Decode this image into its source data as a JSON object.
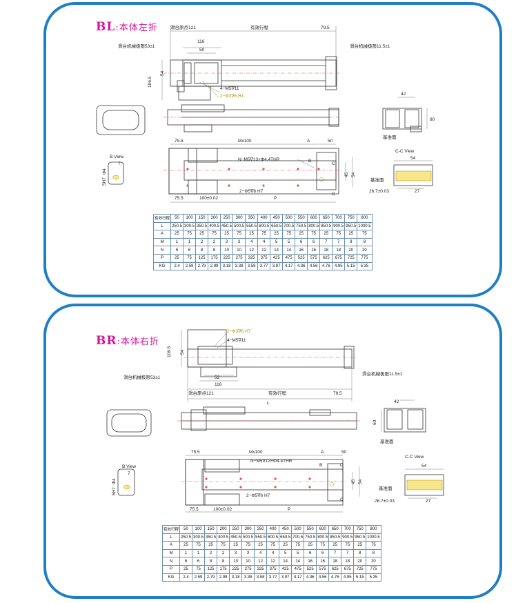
{
  "panels": [
    {
      "key": "bl",
      "code": "BL",
      "subtitle": ":本体左折",
      "labels": {
        "home": "滑台原点121",
        "stroke": "有效行程",
        "right_end": "79.5",
        "dim116": "116",
        "dim50": "50",
        "left_limit": "滑台机械极限53±1",
        "right_limit": "滑台机械极限11.5±1",
        "height": "106.5",
        "h54": "54",
        "m5": "4−M5∇11",
        "pin": "2−Φ3∇6 H7",
        "dim42": "42",
        "dim80": "80",
        "base": "基准面",
        "d755a": "75.5",
        "mx100": "Mx100",
        "a": "A",
        "d50": "50",
        "nm5": "N−M5∇13+Φ4.4THR",
        "b": "B",
        "c": "C",
        "d45": "45",
        "d54": "54",
        "pin2": "2−Φ5∇6 H7",
        "d755b": "75.5",
        "d100": "100±0.02",
        "p": "P",
        "bview": "B View",
        "b7": "7",
        "b4": "Φ4",
        "b5": "5H7",
        "ccview": "C-C View",
        "cc54": "54",
        "ccbase": "基准面",
        "cc267": "26.7±0.03",
        "cc27": "27"
      }
    },
    {
      "key": "br",
      "code": "BR",
      "subtitle": ":本体右折",
      "labels": {
        "pin": "2−Φ3∇6 H7",
        "m5": "4−M5∇11",
        "height": "106.5",
        "h54": "54",
        "dim52": "52",
        "dim116": "116",
        "left_limit": "滑台机械极限53±1",
        "right_limit": "滑台机械极限11.5±1",
        "home": "滑台原点121",
        "stroke": "有效行程",
        "right_end": "79.5",
        "l": "L",
        "dim42": "42",
        "dim60": "60",
        "base": "基准面",
        "d755a": "75.5",
        "mx100": "Mx100",
        "a": "A",
        "d50": "50",
        "nm5": "N−M5∇13+Φ4.4THR",
        "b": "B",
        "c": "C",
        "d45": "45",
        "d54": "54",
        "pin2": "2−Φ5∇6 H7",
        "d755b": "75.5",
        "d100": "100±0.02",
        "p": "P",
        "bview": "B View",
        "b7": "7",
        "b4": "Φ4",
        "b5": "5H7",
        "ccview": "C-C View",
        "cc54": "54",
        "ccbase": "基准面",
        "cc267": "26.7±0.03",
        "cc27": "27"
      }
    }
  ],
  "spec_table": {
    "header_label": "有效行程",
    "strokes": [
      "50",
      "100",
      "150",
      "200",
      "250",
      "300",
      "350",
      "400",
      "450",
      "500",
      "550",
      "600",
      "650",
      "700",
      "750",
      "800"
    ],
    "rows": [
      {
        "label": "L",
        "values": [
          "250.5",
          "300.5",
          "350.5",
          "400.5",
          "450.5",
          "500.5",
          "550.5",
          "600.5",
          "650.5",
          "700.5",
          "750.5",
          "800.5",
          "850.5",
          "900.5",
          "950.5",
          "1000.5"
        ]
      },
      {
        "label": "A",
        "values": [
          "25",
          "75",
          "25",
          "75",
          "25",
          "75",
          "25",
          "75",
          "25",
          "75",
          "25",
          "75",
          "25",
          "75",
          "25",
          "75"
        ]
      },
      {
        "label": "M",
        "values": [
          "1",
          "1",
          "2",
          "2",
          "3",
          "3",
          "4",
          "4",
          "5",
          "5",
          "6",
          "6",
          "7",
          "7",
          "8",
          "8"
        ]
      },
      {
        "label": "N",
        "values": [
          "6",
          "6",
          "8",
          "8",
          "10",
          "10",
          "12",
          "12",
          "14",
          "14",
          "16",
          "16",
          "18",
          "18",
          "20",
          "20"
        ]
      },
      {
        "label": "P",
        "values": [
          "25",
          "75",
          "125",
          "175",
          "225",
          "275",
          "325",
          "375",
          "425",
          "475",
          "525",
          "575",
          "625",
          "675",
          "725",
          "775"
        ]
      },
      {
        "label": "KG",
        "values": [
          "2.4",
          "2.59",
          "2.79",
          "2.99",
          "3.18",
          "3.38",
          "3.58",
          "3.77",
          "3.97",
          "4.17",
          "4.36",
          "4.56",
          "4.76",
          "4.95",
          "5.15",
          "5.35"
        ]
      }
    ]
  }
}
